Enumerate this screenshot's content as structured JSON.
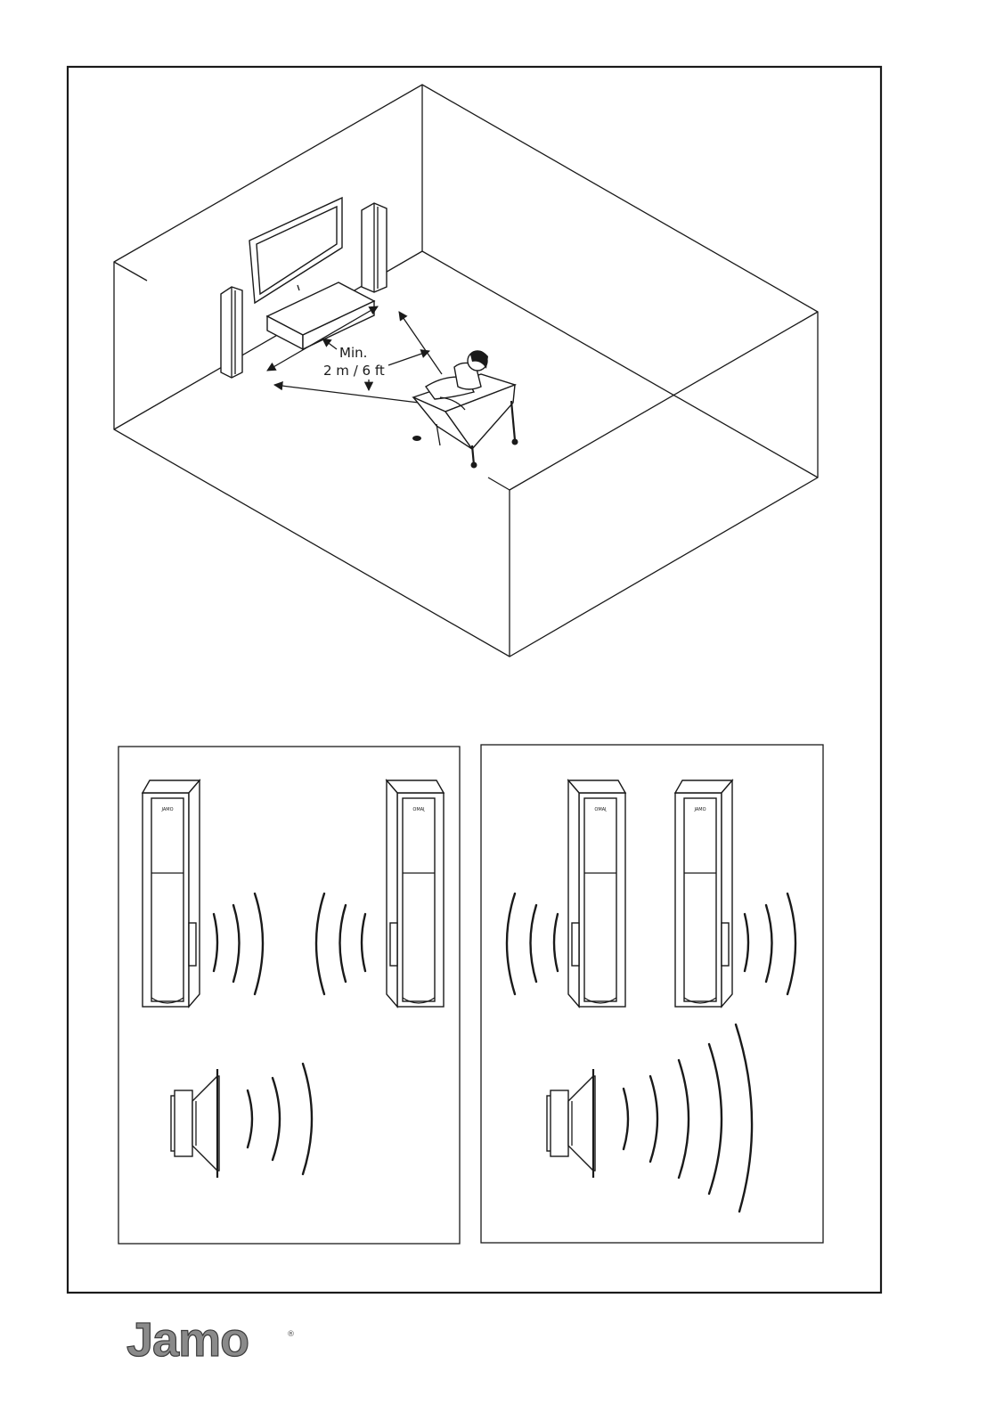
{
  "room_diagram": {
    "distance_label_line1": "Min.",
    "distance_label_line2": "2 m / 6 ft"
  },
  "brand": {
    "logo_text": "Jamo",
    "registered_mark": "®"
  },
  "colors": {
    "line": "#1a1a1a",
    "logo_fill": "#8a8a8a"
  }
}
